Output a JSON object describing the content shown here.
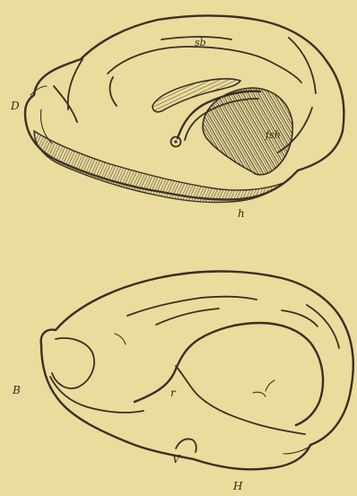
{
  "figures": {
    "upper": {
      "labels": {
        "d": "D",
        "sb": "sb",
        "h": "h",
        "fsh": "fsh"
      }
    },
    "lower": {
      "labels": {
        "b": "B",
        "r": "r",
        "v": "V",
        "h": "H"
      }
    }
  },
  "colors": {
    "paper": "#e9dc9d",
    "ink": "#3a2f22"
  }
}
